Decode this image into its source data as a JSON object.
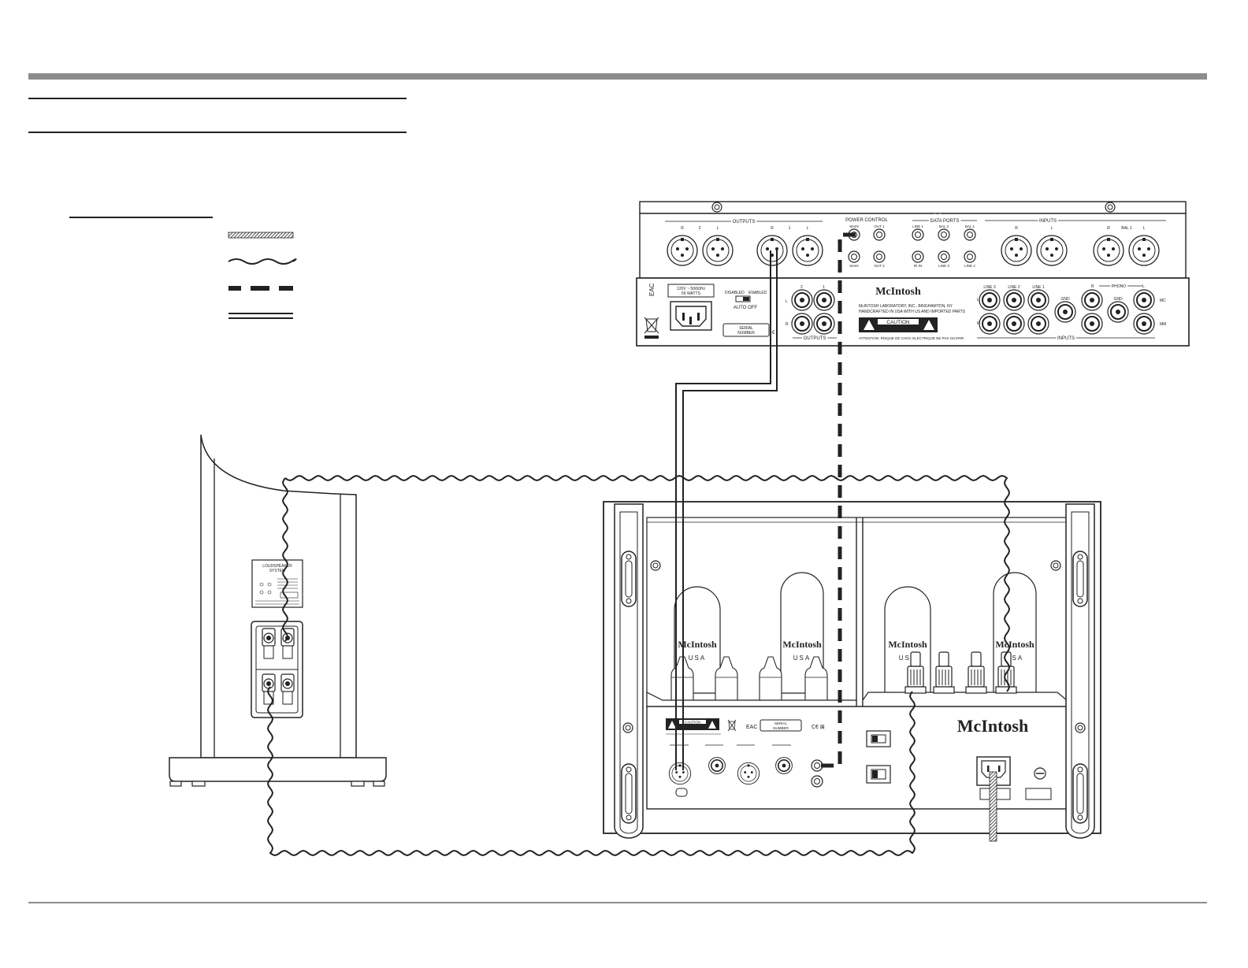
{
  "preamp": {
    "groups": {
      "outputs_top": "OUTPUTS",
      "power_control": "POWER CONTROL",
      "data_ports": "DATA PORTS",
      "inputs_top": "INPUTS",
      "outputs_bottom": "OUTPUTS",
      "inputs_bottom": "INPUTS",
      "phono": "PHONO"
    },
    "xlr_labels": [
      "R",
      "2",
      "L",
      "R",
      "1",
      "L"
    ],
    "xlr_input_labels": [
      "R",
      "L",
      "R",
      "BAL 1",
      "L"
    ],
    "power_control_labels": [
      "MAIN",
      "OUT 1",
      "MAIN",
      "OUT 2"
    ],
    "data_port_labels": [
      "LINE 1",
      "BAL 2",
      "BAL 1",
      "IR IN",
      "LINE 3",
      "LINE 2"
    ],
    "ac_rating": [
      "120V ~ 50/60Hz",
      "56 WATTS"
    ],
    "switch_labels": [
      "DISABLED",
      "ENABLED",
      "AUTO OFF"
    ],
    "serial_label": [
      "SERIAL",
      "NUMBER"
    ],
    "out_labels": [
      "2",
      "1",
      "L",
      "R"
    ],
    "line_labels": [
      "LINE 3",
      "LINE 2",
      "LINE 1",
      "GND",
      "GND"
    ],
    "rl_labels": [
      "L",
      "R",
      "MC",
      "MM"
    ],
    "brand": "McIntosh",
    "mfr_text": [
      "McINTOSH LABORATORY, INC., BINGHAMTON, NY",
      "HANDCRAFTED IN USA WITH US AND IMPORTED PARTS"
    ],
    "caution": "CAUTION",
    "attention": "ATTENTION: RISQUE DE CHOC ELECTRIQUE NE PAS OUVRIR",
    "eac": "EAC"
  },
  "speaker": {
    "panel_title": [
      "LOUDSPEAKER",
      "SYSTEM"
    ]
  },
  "amplifier": {
    "tube_brand": "McIntosh",
    "tube_country": "USA",
    "brand": "McIntosh",
    "caution": "CAUTION",
    "serial_label": [
      "SERIAL",
      "NUMBER"
    ],
    "eac": "EAC"
  },
  "colors": {
    "line": "#222222",
    "rule_gray": "#8c8c8c"
  },
  "icons": [
    "trash-bin-icon",
    "warning-icon",
    "screw-icon",
    "power-switch-icon"
  ]
}
